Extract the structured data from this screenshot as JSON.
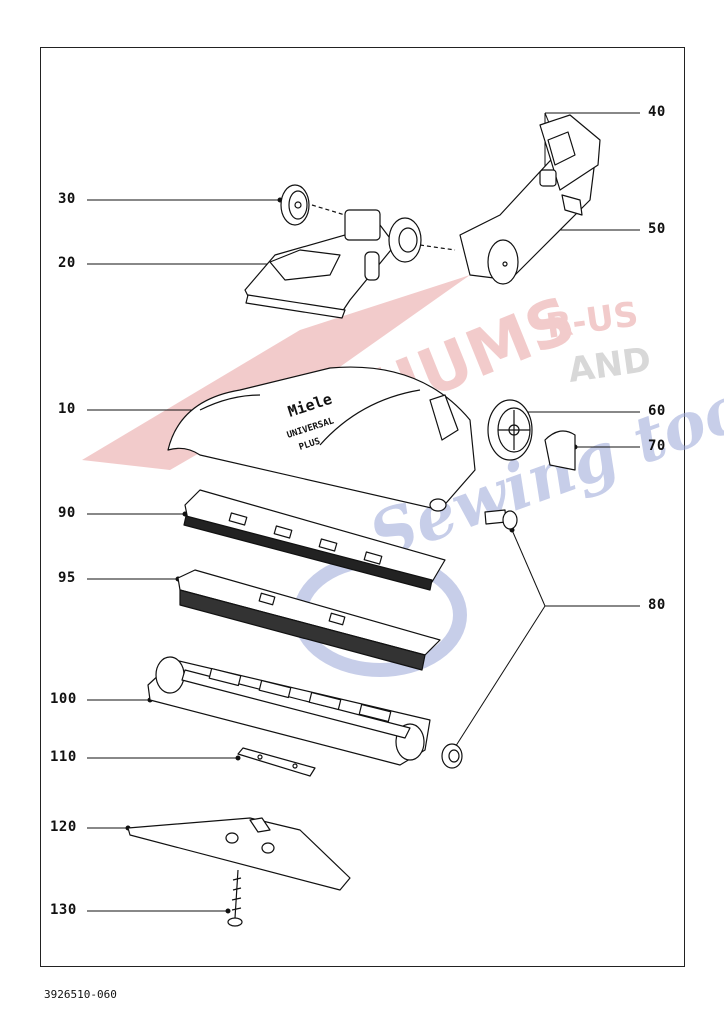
{
  "document": {
    "code": "3926510-060"
  },
  "callouts": [
    {
      "id": "10",
      "label": "10"
    },
    {
      "id": "20",
      "label": "20"
    },
    {
      "id": "30",
      "label": "30"
    },
    {
      "id": "40",
      "label": "40"
    },
    {
      "id": "50",
      "label": "50"
    },
    {
      "id": "60",
      "label": "60"
    },
    {
      "id": "70",
      "label": "70"
    },
    {
      "id": "80",
      "label": "80"
    },
    {
      "id": "90",
      "label": "90"
    },
    {
      "id": "95",
      "label": "95"
    },
    {
      "id": "100",
      "label": "100"
    },
    {
      "id": "110",
      "label": "110"
    },
    {
      "id": "120",
      "label": "120"
    },
    {
      "id": "130",
      "label": "130"
    }
  ],
  "housing_text": {
    "brand": "Miele",
    "model_line1": "UNIVERSAL",
    "model_line2": "PLUS"
  },
  "watermark": {
    "word1": "VACUUMS",
    "word2": "R-US",
    "word3": "AND",
    "word4": "Sewing too",
    "color_red": "#e8a0a0",
    "color_blue": "#9aa6d8",
    "color_gray": "#b8b8b8"
  }
}
